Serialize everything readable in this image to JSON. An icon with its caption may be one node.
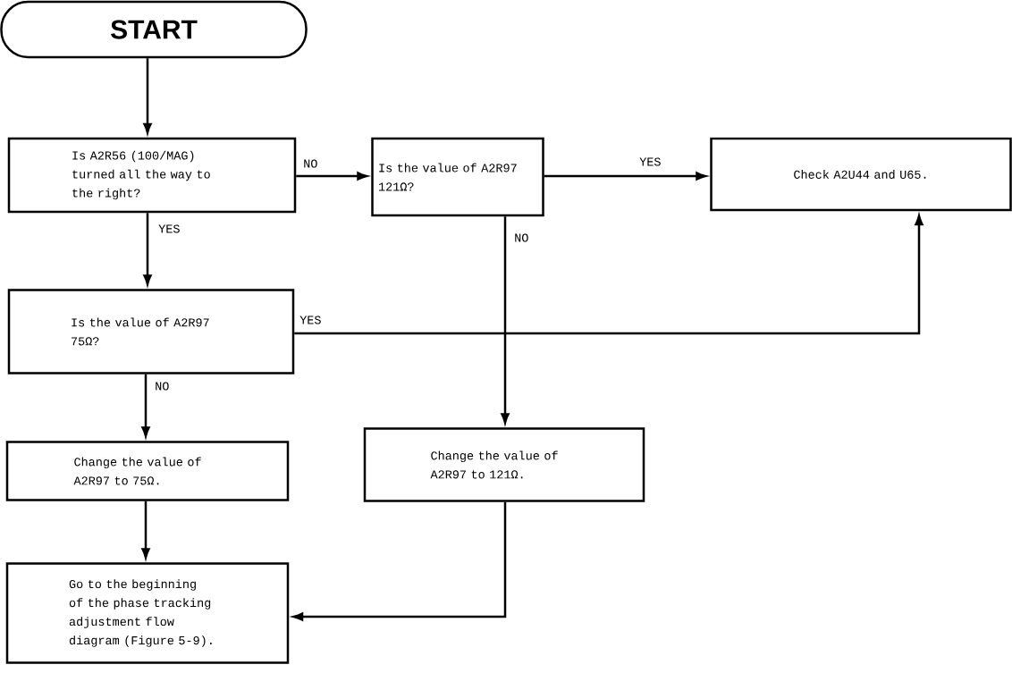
{
  "diagram": {
    "nodes": [
      {
        "text": [
          "START"
        ]
      },
      {
        "text": [
          "Is A2R56 (100/MAG) turned all the way to the right?"
        ]
      },
      {
        "text": [
          "Is the value of A2R97 121Ω?"
        ]
      },
      {
        "text": [
          "Check A2U44 and U65."
        ]
      },
      {
        "text": [
          "Is the value of A2R97 75Ω?"
        ]
      },
      {
        "text": [
          "Change the value of A2R97 to 75Ω."
        ]
      },
      {
        "text": [
          "Change the value of A2R97 to 121Ω."
        ]
      },
      {
        "text": [
          "Go to the beginning of the phase tracking adjustment flow diagram (Figure 5-9)."
        ]
      }
    ],
    "edges": [
      {
        "from": 0,
        "to": 1,
        "arrow": "to"
      },
      {
        "from": 1,
        "to": 2,
        "arrow": "to",
        "label": "NO"
      },
      {
        "from": 1,
        "to": 4,
        "arrow": "to",
        "label": "YES"
      },
      {
        "from": 2,
        "to": 3,
        "arrow": "to",
        "label": "YES"
      },
      {
        "from": 2,
        "to": 6,
        "arrow": "to",
        "label": "NO"
      },
      {
        "from": 4,
        "to": 3,
        "arrow": "to",
        "label": "YES"
      },
      {
        "from": 4,
        "to": 5,
        "arrow": "to",
        "label": "NO"
      },
      {
        "from": 5,
        "to": 7,
        "arrow": "to"
      },
      {
        "from": 6,
        "to": 7,
        "arrow": "to"
      }
    ]
  }
}
